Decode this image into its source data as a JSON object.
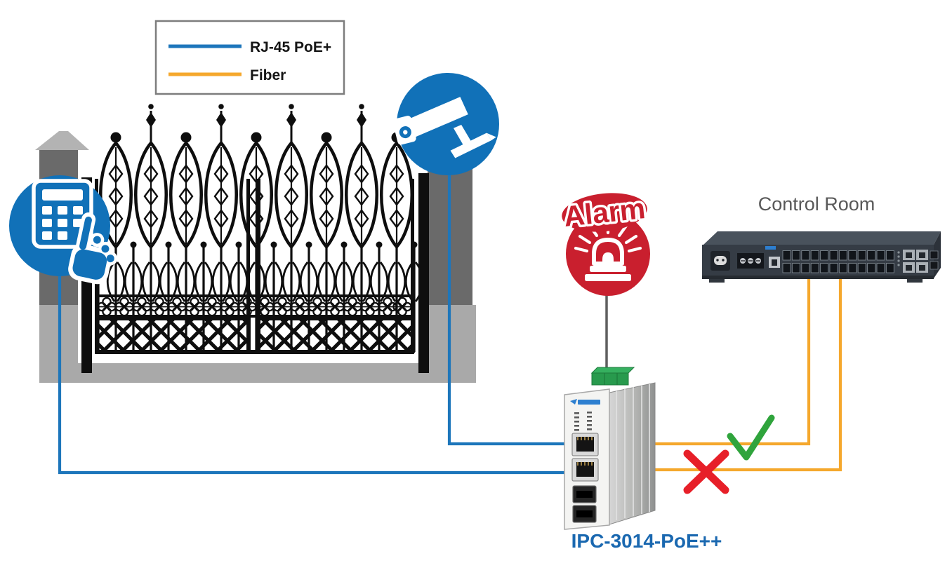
{
  "legend": {
    "items": [
      {
        "label": "RJ-45 PoE+",
        "color": "#1d76bb"
      },
      {
        "label": "Fiber",
        "color": "#f5a82d"
      }
    ]
  },
  "labels": {
    "control_room": "Control Room",
    "device_model": "IPC-3014-PoE++",
    "alarm": "Alarm"
  },
  "colors": {
    "poe_line": "#1d76bb",
    "fiber_line": "#f5a82d",
    "icon_blue": "#1171b8",
    "alarm_red": "#c91f2e",
    "check_green": "#2fa43c",
    "cross_red": "#e71f28",
    "wall_dark": "#6a6a6a",
    "wall_light": "#a9a9a9",
    "gate_black": "#0e0e0e",
    "device_label_blue": "#1a68b0",
    "control_room_gray": "#595959"
  },
  "diagram": {
    "type": "network-topology",
    "nodes": [
      {
        "id": "keypad",
        "kind": "access-keypad"
      },
      {
        "id": "camera",
        "kind": "cctv-camera"
      },
      {
        "id": "alarm",
        "kind": "alarm-beacon",
        "label": "Alarm"
      },
      {
        "id": "ipc_switch",
        "kind": "industrial-poe-switch",
        "label": "IPC-3014-PoE++",
        "ports": [
          "RJ-45 PoE x2",
          "SFP x2"
        ]
      },
      {
        "id": "core_switch",
        "kind": "rack-switch",
        "label": "Control Room"
      }
    ],
    "links": [
      {
        "from": "keypad",
        "to": "ipc_switch",
        "medium": "RJ-45 PoE+"
      },
      {
        "from": "camera",
        "to": "ipc_switch",
        "medium": "RJ-45 PoE+"
      },
      {
        "from": "alarm",
        "to": "ipc_switch",
        "medium": "alarm-relay"
      },
      {
        "from": "ipc_switch",
        "to": "core_switch",
        "medium": "Fiber",
        "status": "ok"
      },
      {
        "from": "ipc_switch",
        "to": "core_switch",
        "medium": "Fiber",
        "status": "failed"
      }
    ]
  }
}
